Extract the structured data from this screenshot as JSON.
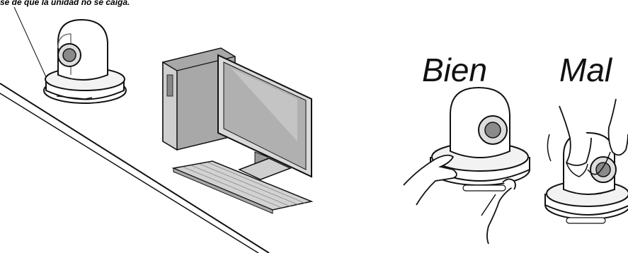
{
  "caption": "se de que la unidad no se caiga.",
  "labels": {
    "good": "Bien",
    "bad": "Mal"
  },
  "colors": {
    "line": "#111111",
    "monitor_screen": "#bdbdbd",
    "tower": "#9a9a9a",
    "keyboard": "#c9c9c9"
  },
  "icons": [
    "camera-icon",
    "computer-tower-icon",
    "monitor-icon",
    "keyboard-icon",
    "hand-icon"
  ]
}
